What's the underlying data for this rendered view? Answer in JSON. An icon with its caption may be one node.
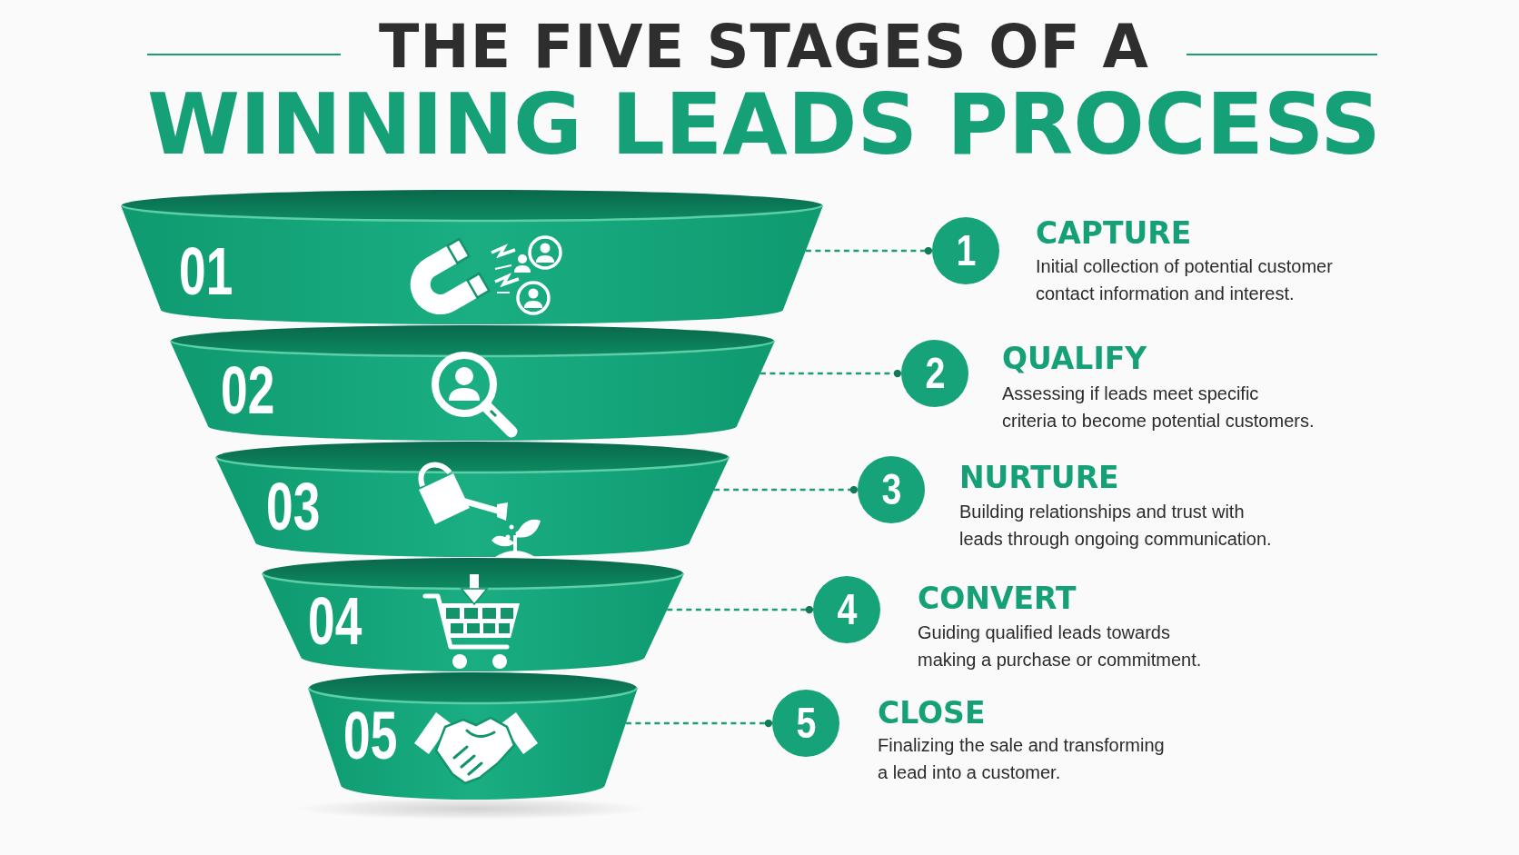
{
  "diagram": {
    "title": "THE FIVE STAGES OF A **WINNING LEADS PROCESS**",
    "nodes": [
      {
        "text": [
          "01"
        ]
      },
      {
        "text": [
          "1"
        ],
        "beside": [
          "CAPTURE",
          "Initial collection of potential customer contact information and interest."
        ]
      },
      {
        "text": [
          "02"
        ]
      },
      {
        "text": [
          "2"
        ],
        "beside": [
          "QUALIFY",
          "Assessing if leads meet specific criteria to become potential customers."
        ]
      },
      {
        "text": [
          "03"
        ]
      },
      {
        "text": [
          "3"
        ],
        "beside": [
          "NURTURE",
          "Building relationships and trust with leads through ongoing communication."
        ]
      },
      {
        "text": [
          "04"
        ]
      },
      {
        "text": [
          "4"
        ],
        "beside": [
          "CONVERT",
          "Guiding qualified leads towards making a purchase or commitment."
        ]
      },
      {
        "text": [
          "05"
        ]
      },
      {
        "text": [
          "5"
        ],
        "beside": [
          "CLOSE",
          "Finalizing the sale and transforming a lead into a customer."
        ]
      }
    ],
    "edges": [
      {
        "from": 0,
        "to": 1,
        "arrow": "other",
        "style": "dashed"
      },
      {
        "from": 2,
        "to": 3,
        "arrow": "other",
        "style": "dashed"
      },
      {
        "from": 4,
        "to": 5,
        "arrow": "other",
        "style": "dashed"
      },
      {
        "from": 6,
        "to": 7,
        "arrow": "other",
        "style": "dashed"
      },
      {
        "from": 8,
        "to": 9,
        "arrow": "other",
        "style": "dashed"
      }
    ]
  }
}
